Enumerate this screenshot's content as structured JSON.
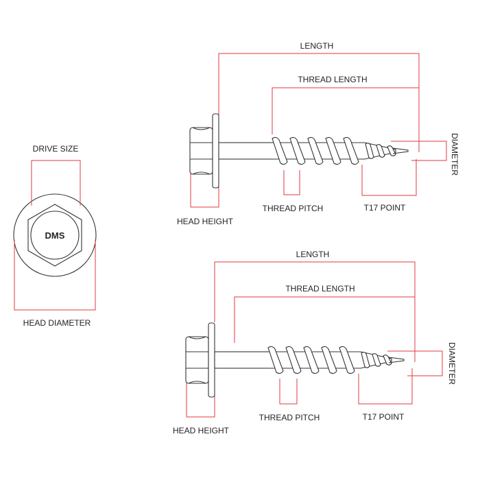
{
  "colors": {
    "dimension_line": "#e0393e",
    "outline": "#333333",
    "background": "#ffffff"
  },
  "head_view": {
    "drive_size_label": "DRIVE SIZE",
    "drive_code": "DMS",
    "head_diameter_label": "HEAD DIAMETER"
  },
  "screw_top": {
    "length_label": "LENGTH",
    "thread_length_label": "THREAD LENGTH",
    "diameter_label": "DIAMETER",
    "head_height_label": "HEAD HEIGHT",
    "thread_pitch_label": "THREAD PITCH",
    "point_label": "T17 POINT"
  },
  "screw_bottom": {
    "length_label": "LENGTH",
    "thread_length_label": "THREAD LENGTH",
    "diameter_label": "DIAMETER",
    "head_height_label": "HEAD HEIGHT",
    "thread_pitch_label": "THREAD PITCH",
    "point_label": "T17 POINT"
  }
}
